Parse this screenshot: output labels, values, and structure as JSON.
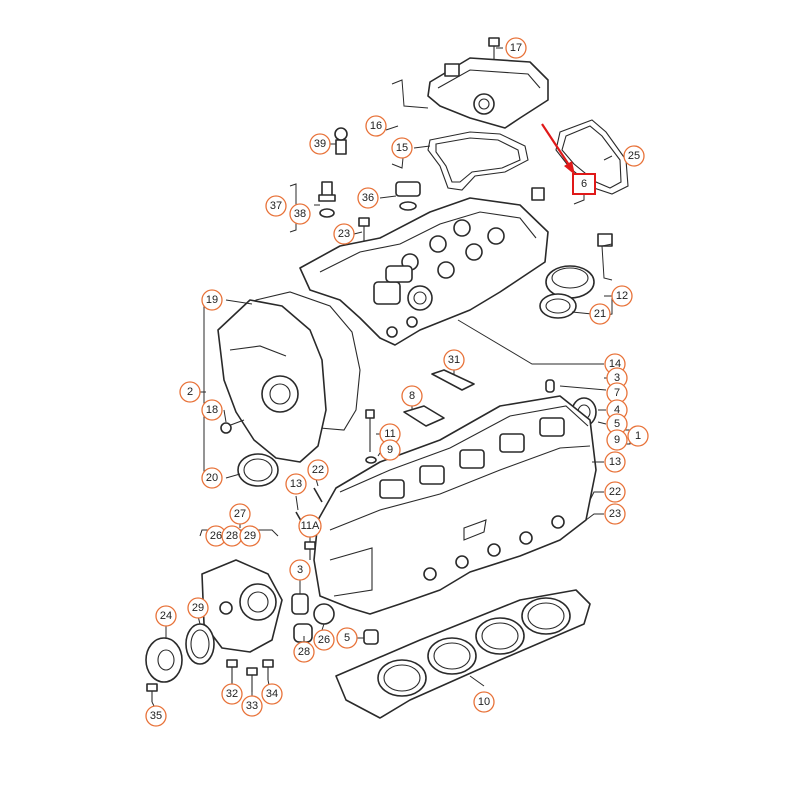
{
  "colors": {
    "callout_ring": "#e8733a",
    "highlight": "#e01919",
    "line": "#2a2a2a"
  },
  "callouts": {
    "c17": "17",
    "c16": "16",
    "c15": "15",
    "c39": "39",
    "c25": "25",
    "c6": "6",
    "c37": "37",
    "c38": "38",
    "c36": "36",
    "c23": "23",
    "c12": "12",
    "c21": "21",
    "c19": "19",
    "c14": "14",
    "c31": "31",
    "c3a": "3",
    "c7": "7",
    "c2": "2",
    "c8": "8",
    "c4": "4",
    "c5a": "5",
    "c18": "18",
    "c11": "11",
    "c9a": "9",
    "c1": "1",
    "c9b": "9",
    "c13a": "13",
    "c20": "20",
    "c22a": "22",
    "c13b": "13",
    "c22b": "22",
    "c23b": "23",
    "c27": "27",
    "c26a": "26",
    "c28a": "28",
    "c29a": "29",
    "c11A": "11A",
    "c3b": "3",
    "c24": "24",
    "c29b": "29",
    "c26b": "26",
    "c28b": "28",
    "c5b": "5",
    "c32": "32",
    "c33": "33",
    "c34": "34",
    "c35": "35",
    "c10": "10"
  }
}
